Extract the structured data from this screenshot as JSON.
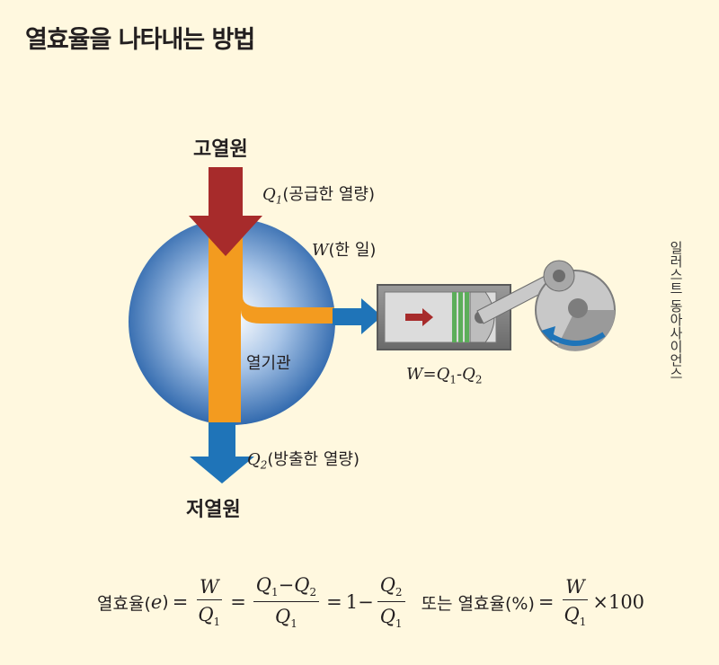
{
  "title": "열효율을 나타내는 방법",
  "labels": {
    "hot_source": "고열원",
    "cold_source": "저열원",
    "q1_symbol": "Q",
    "q1_sub": "1",
    "q1_text": "(공급한 열량)",
    "w_symbol": "W",
    "w_text": "(한 일)",
    "heat_engine": "열기관",
    "q2_symbol": "Q",
    "q2_sub": "2",
    "q2_text": "(방출한 열량)",
    "engine_eq": "W=Q1-Q2"
  },
  "engine_eq_parts": {
    "w": "W",
    "eq": "=",
    "q1": "Q",
    "s1": "1",
    "minus": "-",
    "q2": "Q",
    "s2": "2"
  },
  "credit": "일러스트 동아사이언스",
  "formula": {
    "lhs": "열효율(",
    "e": "e",
    "close": ")",
    "eq": "=",
    "f1_num": "W",
    "f1_den": "Q",
    "f1_den_sub": "1",
    "f2_num_q1": "Q",
    "f2_num_s1": "1",
    "f2_minus": "−",
    "f2_num_q2": "Q",
    "f2_num_s2": "2",
    "f2_den": "Q",
    "f2_den_sub": "1",
    "one_minus": "1−",
    "f3_num": "Q",
    "f3_num_sub": "2",
    "f3_den": "Q",
    "f3_den_sub": "1",
    "or_text": "또는 열효율(%)",
    "f4_num": "W",
    "f4_den": "Q",
    "f4_den_sub": "1",
    "times": "×100"
  },
  "colors": {
    "background": "#fff8df",
    "hot_arrow": "#a72b2b",
    "heat_path": "#f39b1f",
    "cold_arrow": "#1f74b8",
    "sphere": "#2e6bb3"
  }
}
